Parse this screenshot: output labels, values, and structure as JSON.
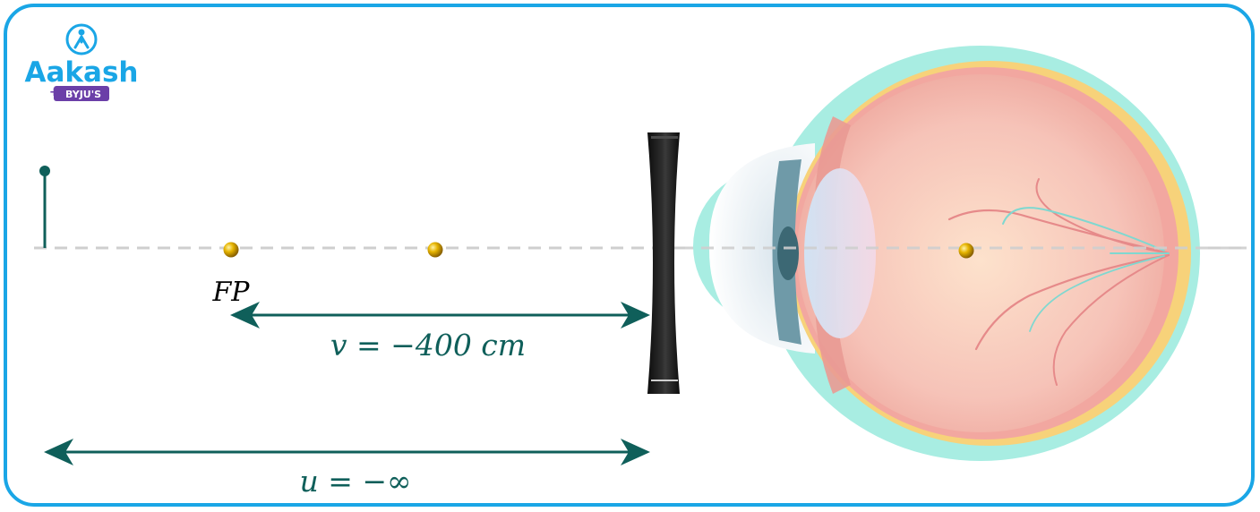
{
  "logo": {
    "brand": "Aakash",
    "sub_brand": "BYJU'S",
    "color_primary": "#1aa6e6",
    "color_secondary": "#6b3fa8"
  },
  "labels": {
    "far_point": "FP",
    "image_distance": "v = −400 cm",
    "object_distance": "u = −∞"
  },
  "colors": {
    "frame_border": "#1aa6e6",
    "arrow": "#0f5f5a",
    "axis": "#cfcfcf",
    "point": "#d9a800",
    "lens": "#151515",
    "sclera": "#a8ede2",
    "eye_inner": "#f7c7bd"
  }
}
